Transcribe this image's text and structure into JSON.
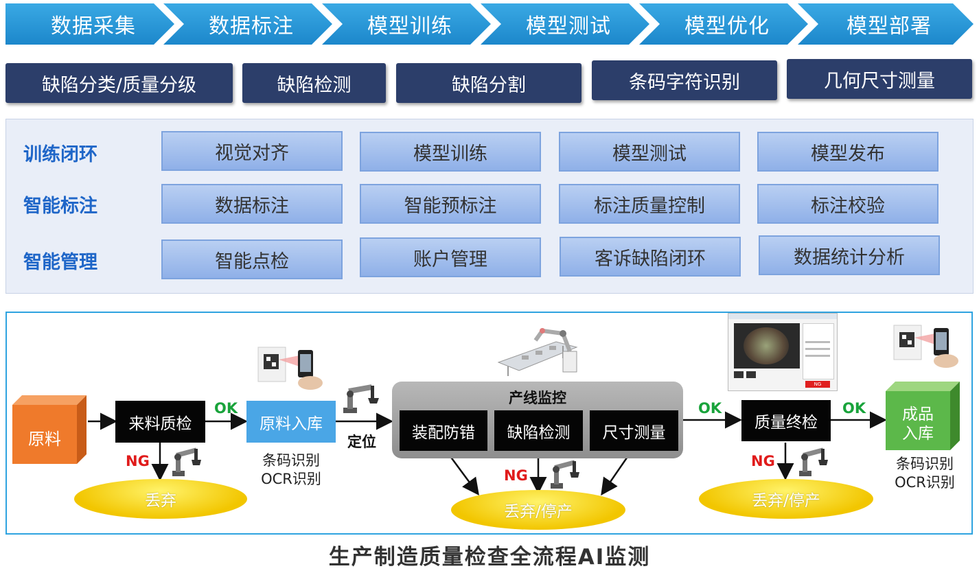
{
  "pipeline": [
    "数据采集",
    "数据标注",
    "模型训练",
    "模型测试",
    "模型优化",
    "模型部署"
  ],
  "categories": [
    "缺陷分类/质量分级",
    "缺陷检测",
    "缺陷分割",
    "条码字符识别",
    "几何尺寸测量"
  ],
  "functions": {
    "rows": [
      {
        "label": "训练闭环",
        "items": [
          "视觉对齐",
          "模型训练",
          "模型测试",
          "模型发布"
        ]
      },
      {
        "label": "智能标注",
        "items": [
          "数据标注",
          "智能预标注",
          "标注质量控制",
          "标注校验"
        ]
      },
      {
        "label": "智能管理",
        "items": [
          "智能点检",
          "账户管理",
          "客诉缺陷闭环",
          "数据统计分析"
        ]
      }
    ]
  },
  "flow": {
    "raw_material": "原料",
    "incoming_inspection": "来料质检",
    "ok_label": "OK",
    "ng_label": "NG",
    "raw_storage": "原料入库",
    "raw_storage_note_1": "条码识别",
    "raw_storage_note_2": "OCR识别",
    "positioning": "定位",
    "line_monitor_title": "产线监控",
    "line_tasks": [
      "装配防错",
      "缺陷检测",
      "尺寸测量"
    ],
    "final_inspection": "质量终检",
    "product_storage_1": "成品",
    "product_storage_2": "入库",
    "product_note_1": "条码识别",
    "product_note_2": "OCR识别",
    "discard": "丢弃",
    "discard_stop": "丢弃/停产",
    "screen_ng": "NG"
  },
  "caption": "生产制造质量检查全流程AI监测",
  "colors": {
    "pipeline": "#2a96d6",
    "tab": "#2c3e6a",
    "panel": "#e9eef8",
    "cell": "#a9c3ee",
    "label": "#1f66c8",
    "ok": "#19a33b",
    "ng": "#e01b1b",
    "raw": "#f07a2a",
    "product": "#5cb84a",
    "storage": "#4aa6e6",
    "ellipse": "#f4cb00",
    "line_panel": "#9a9a9a"
  }
}
